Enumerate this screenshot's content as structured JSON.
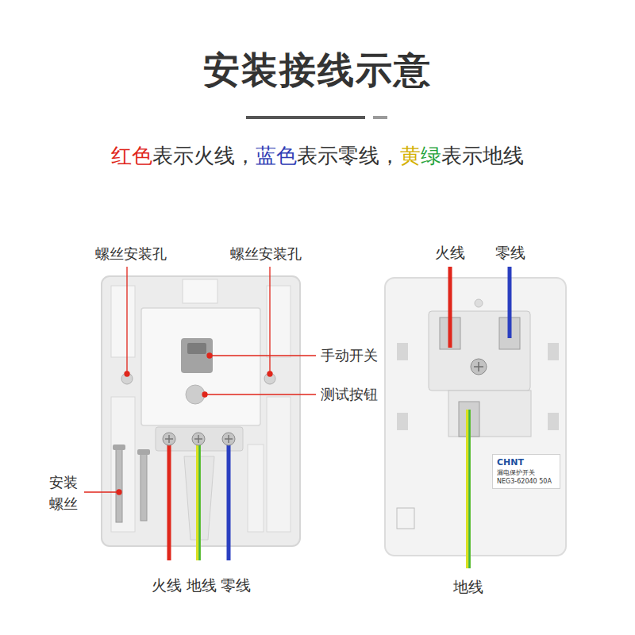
{
  "diagram": {
    "title": "安装接线示意",
    "nodes": [
      {
        "text": [
          "CHNT",
          "漏电保护开关",
          "NEG3-62040 50A"
        ]
      }
    ],
    "labels": [
      "红色",
      "表示火线，",
      "蓝色",
      "表示零线，",
      "黄",
      "绿",
      "表示地线",
      "螺丝安装孔",
      "螺丝安装孔",
      "手动开关",
      "测试按钮",
      "安装 螺丝",
      "火线",
      "地线",
      "零线",
      "火线",
      "零线",
      "地线"
    ]
  }
}
